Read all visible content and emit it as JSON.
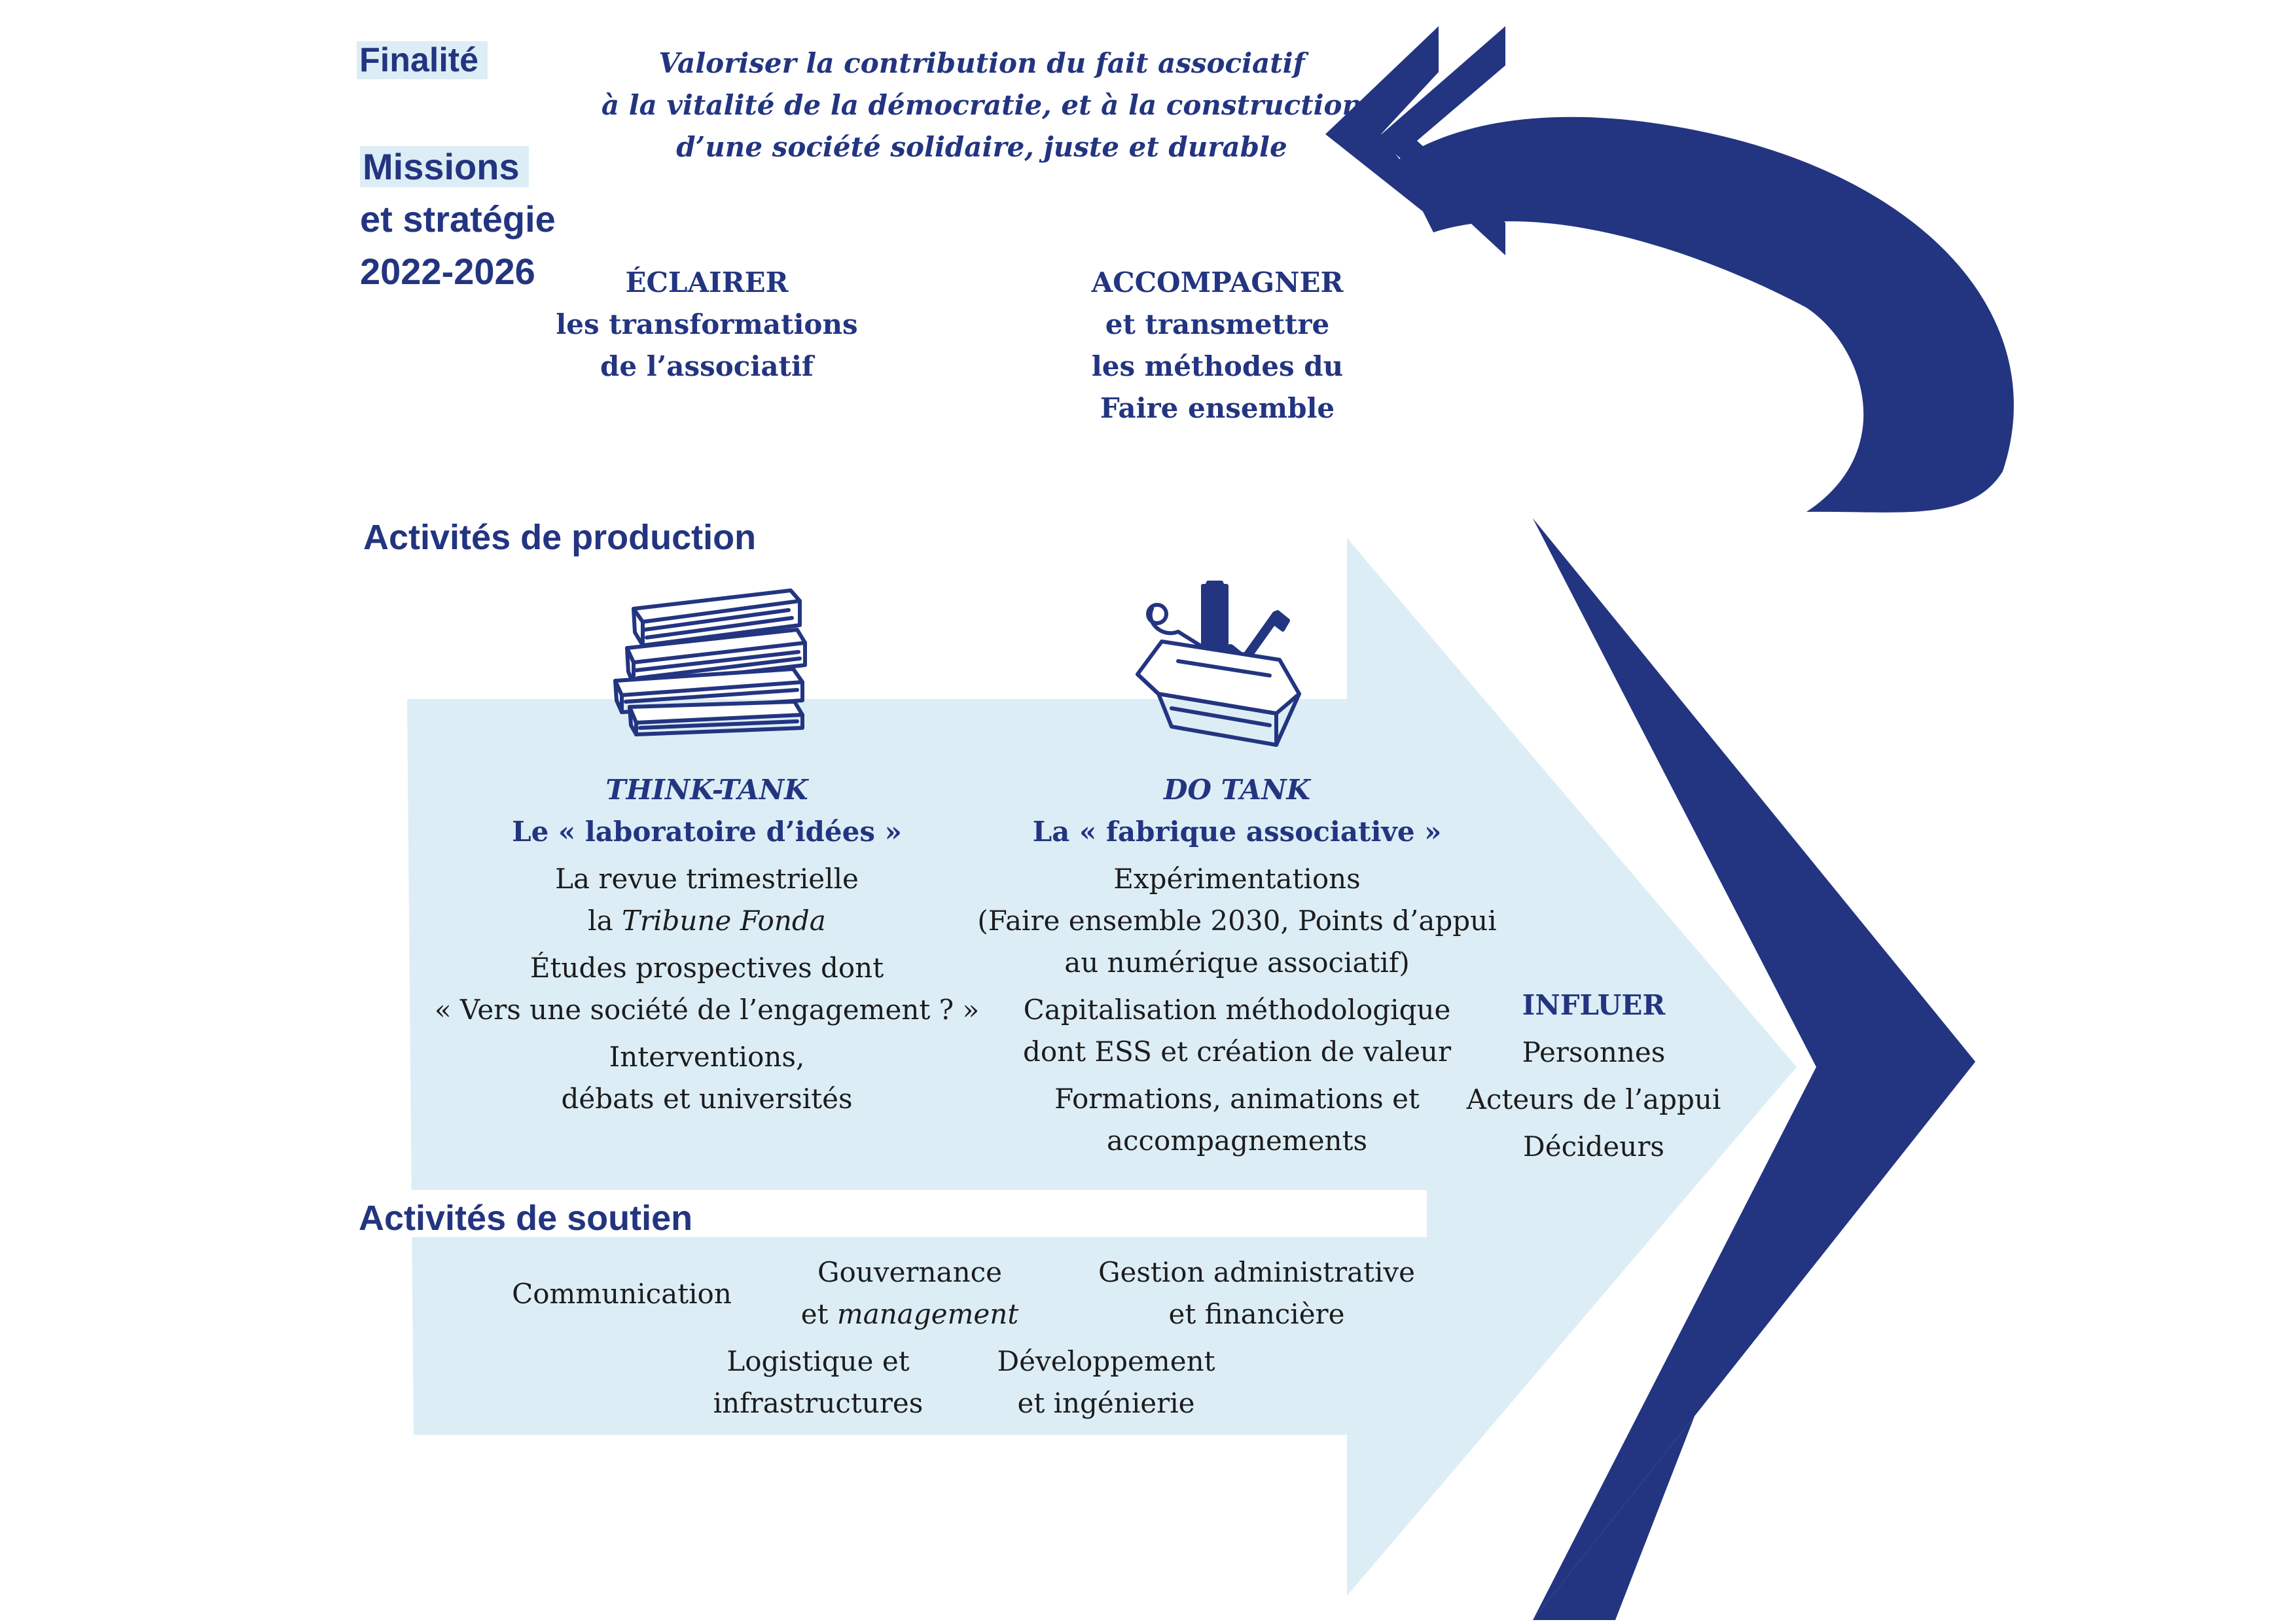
{
  "colors": {
    "navy": "#233580",
    "light_blue": "#dcedf6",
    "text": "#1c1c1c"
  },
  "icons": {
    "books": "stack-of-books-icon",
    "toolbox": "toolbox-icon"
  },
  "labels": {
    "finalite": "Finalité",
    "missions": [
      "Missions",
      "et stratégie",
      "2022-2026"
    ],
    "production": "Activités de production",
    "soutien": "Activités de soutien"
  },
  "finalite_text": [
    "Valoriser la contribution du fait associatif",
    "à la vitalité de la démocratie, et à la construction",
    "d’une société solidaire, juste et durable"
  ],
  "missions": {
    "eclairer": [
      "ÉCLAIRER",
      "les transformations",
      "de l’associatif"
    ],
    "accompagner": [
      "ACCOMPAGNER",
      "et transmettre",
      "les méthodes du",
      "Faire ensemble"
    ]
  },
  "think_tank": {
    "title": "THINK-TANK",
    "subtitle": "Le « laboratoire d’idées »",
    "items": [
      [
        "La revue trimestrielle",
        "la",
        "Tribune Fonda"
      ],
      [
        "Études prospectives dont",
        "« Vers une société de l’engagement ? »"
      ],
      [
        "Interventions,",
        "débats et universités"
      ]
    ]
  },
  "do_tank": {
    "title": "DO TANK",
    "subtitle": "La « fabrique associative »",
    "items": [
      [
        "Expérimentations",
        "(Faire ensemble 2030, Points d’appui",
        "au numérique associatif)"
      ],
      [
        "Capitalisation méthodologique",
        "dont ESS et création de valeur"
      ],
      [
        "Formations, animations et",
        "accompagnements"
      ]
    ]
  },
  "influer": {
    "title": "INFLUER",
    "items": [
      "Personnes",
      "Acteurs de l’appui",
      "Décideurs"
    ]
  },
  "soutien": {
    "communication": "Communication",
    "gouvernance": [
      "Gouvernance",
      "et",
      "management"
    ],
    "gestion": [
      "Gestion administrative",
      "et financière"
    ],
    "logistique": [
      "Logistique et",
      "infrastructures"
    ],
    "developpement": [
      "Développement",
      "et ingénierie"
    ]
  }
}
